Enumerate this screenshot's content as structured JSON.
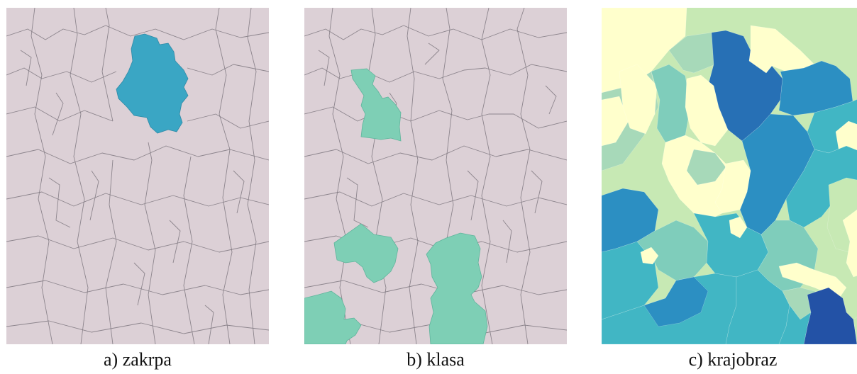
{
  "panels": [
    {
      "id": "a",
      "caption": "a) zakrpa",
      "highlight_color": "#3aa6c4"
    },
    {
      "id": "b",
      "caption": "b) klasa",
      "highlight_color": "#7ecfb5"
    },
    {
      "id": "c",
      "caption": "c) krajobraz"
    }
  ],
  "colors": {
    "background_region": "#dcd0d6",
    "boundary": "#7f7880",
    "landscape_palette": [
      "#ffffcc",
      "#c7e9b4",
      "#a7d9b9",
      "#7fcdbb",
      "#41b6c4",
      "#2c8fc2",
      "#2770b5",
      "#2352a6"
    ]
  }
}
